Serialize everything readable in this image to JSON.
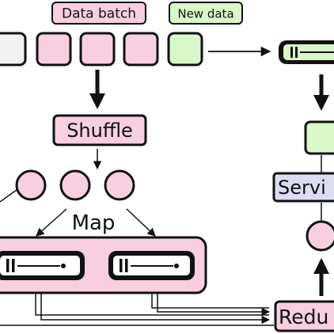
{
  "labels": {
    "data_batch": "Data batch",
    "new_data": "New data",
    "shuffle": "Shuffle",
    "map": "Map",
    "service": "Servi",
    "reduce": "Redu"
  },
  "colors": {
    "pink": "#f7cfe0",
    "green": "#d9f7c9",
    "lavender": "#dcdcf3",
    "light_gray": "#f2f2f2",
    "stroke": "#111111"
  },
  "icons": {
    "server": "server-icon"
  }
}
